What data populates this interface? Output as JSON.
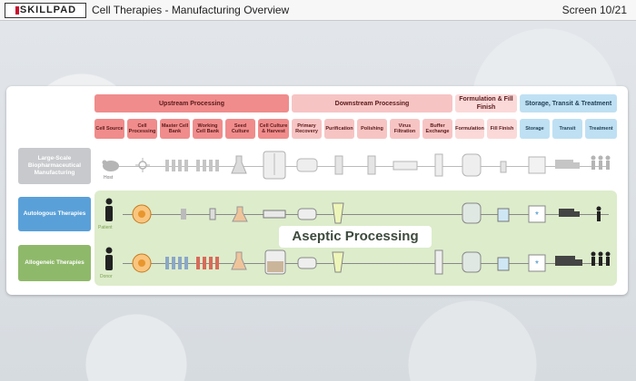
{
  "header": {
    "logo_text": "SKILLPAD",
    "title": "Cell Therapies - Manufacturing Overview",
    "screen": "Screen 10/21"
  },
  "categories": [
    {
      "label": "Upstream Processing",
      "color": "#f08c8c"
    },
    {
      "label": "Downstream Processing",
      "color": "#f7c4c4"
    },
    {
      "label": "Formulation & Fill Finish",
      "color": "#fbd9d9"
    },
    {
      "label": "Storage, Transit & Treatment",
      "color": "#bfe0f3"
    }
  ],
  "steps": [
    "Cell Source",
    "Cell Processing",
    "Master Cell Bank",
    "Working Cell Bank",
    "Seed Culture",
    "Cell Culture & Harvest",
    "Primary Recovery",
    "Purification",
    "Polishing",
    "Virus Filtration",
    "Buffer Exchange",
    "Formulation",
    "Fill Finish",
    "Storage",
    "Transit",
    "Treatment"
  ],
  "rows": [
    {
      "label": "Large-Scale Biopharmaceutical Manufacturing",
      "color": "#c7c9cc"
    },
    {
      "label": "Autologous Therapies",
      "color": "#5aa0d8"
    },
    {
      "label": "Allogeneic Therapies",
      "color": "#8fb96a"
    }
  ],
  "captions": {
    "host": "Host",
    "patient": "Patient",
    "donor": "Donor"
  },
  "aseptic_label": "Aseptic Processing"
}
